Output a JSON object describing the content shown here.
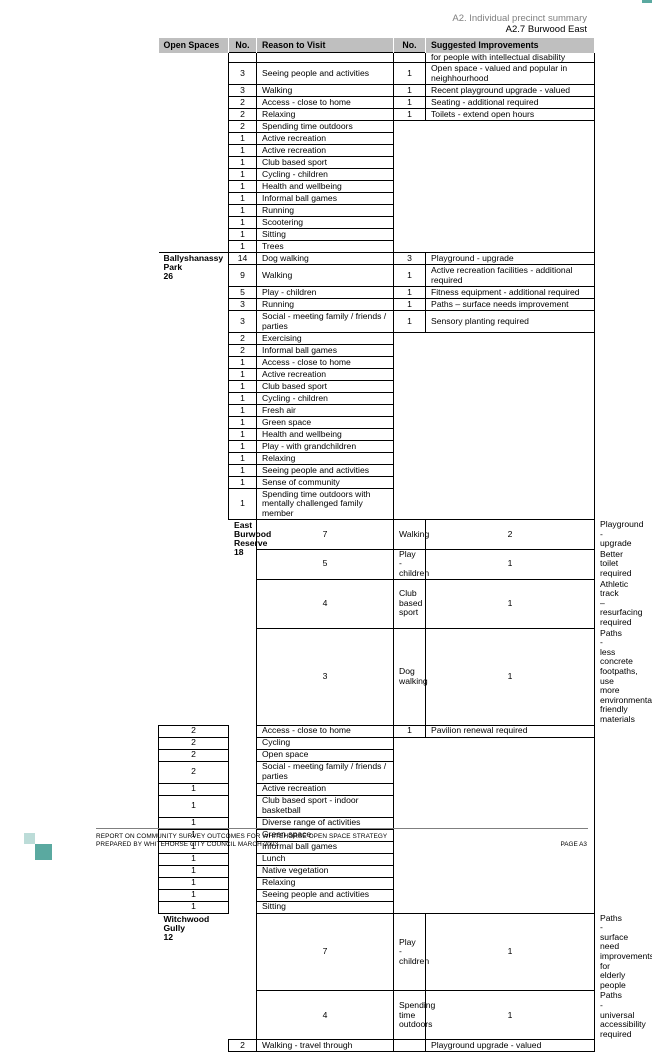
{
  "header": {
    "section": "A2. Individual precinct summary",
    "subsection": "A2.7 Burwood East"
  },
  "columns": [
    "Open Spaces",
    "No.",
    "Reason to Visit",
    "No.",
    "Suggested Improvements"
  ],
  "rows": [
    {
      "space": "",
      "n1": "",
      "reason": "",
      "n2": "",
      "improvement": "for people with intellectual disability",
      "sugg": "cont",
      "h": 10
    },
    {
      "space": "",
      "n1": "3",
      "reason": "Seeing people and activities",
      "n2": "1",
      "improvement": "Open space - valued and popular in neighhourhood",
      "sugg": "cell",
      "h": 22
    },
    {
      "space": "",
      "n1": "3",
      "reason": "Walking",
      "n2": "1",
      "improvement": "Recent playground upgrade - valued",
      "sugg": "cell",
      "h": 12
    },
    {
      "space": "",
      "n1": "2",
      "reason": "Access - close to home",
      "n2": "1",
      "improvement": "Seating - additional required",
      "sugg": "cell",
      "h": 12
    },
    {
      "space": "",
      "n1": "2",
      "reason": "Relaxing",
      "n2": "1",
      "improvement": "Toilets - extend open hours",
      "sugg": "cell",
      "h": 12
    },
    {
      "space": "",
      "n1": "2",
      "reason": "Spending time outdoors",
      "sugg": "blank",
      "h": 12
    },
    {
      "space": "",
      "n1": "1",
      "reason": "Active recreation",
      "sugg": "blank",
      "h": 12
    },
    {
      "space": "",
      "n1": "1",
      "reason": "Active recreation",
      "sugg": "blank",
      "h": 12
    },
    {
      "space": "",
      "n1": "1",
      "reason": "Club based sport",
      "sugg": "blank",
      "h": 12
    },
    {
      "space": "",
      "n1": "1",
      "reason": "Cycling - children",
      "sugg": "blank",
      "h": 12
    },
    {
      "space": "",
      "n1": "1",
      "reason": "Health and wellbeing",
      "sugg": "blank",
      "h": 12
    },
    {
      "space": "",
      "n1": "1",
      "reason": "Informal ball games",
      "sugg": "blank",
      "h": 12
    },
    {
      "space": "",
      "n1": "1",
      "reason": "Running",
      "sugg": "blank",
      "h": 12
    },
    {
      "space": "",
      "n1": "1",
      "reason": "Scootering",
      "sugg": "blank",
      "h": 12
    },
    {
      "space": "",
      "n1": "1",
      "reason": "Sitting",
      "sugg": "blank",
      "h": 12
    },
    {
      "space": "",
      "n1": "1",
      "reason": "Trees",
      "sugg": "bottom",
      "h": 12
    },
    {
      "space": "Ballyshanassy Park\n26",
      "spaceRows": 23,
      "n1": "14",
      "reason": "Dog walking",
      "n2": "3",
      "improvement": "Playground - upgrade",
      "sugg": "cell",
      "h": 12
    },
    {
      "n1": "9",
      "reason": "Walking",
      "n2": "1",
      "improvement": "Active recreation facilities - additional required",
      "sugg": "cell",
      "h": 22
    },
    {
      "n1": "5",
      "reason": "Play - children",
      "n2": "1",
      "improvement": "Fitness equipment - additional required",
      "sugg": "cell",
      "h": 12
    },
    {
      "n1": "3",
      "reason": "Running",
      "n2": "1",
      "improvement": "Paths – surface needs improvement",
      "sugg": "cell",
      "h": 12
    },
    {
      "n1": "3",
      "reason": "Social - meeting family / friends / parties",
      "n2": "1",
      "improvement": "Sensory planting required",
      "sugg": "cell",
      "h": 22
    },
    {
      "n1": "2",
      "reason": "Exercising",
      "sugg": "blank",
      "h": 12
    },
    {
      "n1": "2",
      "reason": "Informal ball games",
      "sugg": "blank",
      "h": 12
    },
    {
      "n1": "1",
      "reason": "Access - close to home",
      "sugg": "blank",
      "h": 12
    },
    {
      "n1": "1",
      "reason": "Active recreation",
      "sugg": "blank",
      "h": 12
    },
    {
      "n1": "1",
      "reason": "Club based sport",
      "sugg": "blank",
      "h": 12
    },
    {
      "n1": "1",
      "reason": "Cycling - children",
      "sugg": "blank",
      "h": 12
    },
    {
      "n1": "1",
      "reason": "Fresh air",
      "sugg": "blank",
      "h": 12
    },
    {
      "n1": "1",
      "reason": "Green space",
      "sugg": "blank",
      "h": 12
    },
    {
      "n1": "1",
      "reason": "Health and wellbeing",
      "sugg": "blank",
      "h": 12
    },
    {
      "n1": "1",
      "reason": "Play - with grandchildren",
      "sugg": "blank",
      "h": 12
    },
    {
      "n1": "1",
      "reason": "Relaxing",
      "sugg": "blank",
      "h": 12
    },
    {
      "n1": "1",
      "reason": "Seeing people and activities",
      "sugg": "blank",
      "h": 12
    },
    {
      "n1": "1",
      "reason": "Sense of community",
      "sugg": "blank",
      "h": 12
    },
    {
      "n1": "1",
      "reason": "Spending time outdoors with mentally challenged family member",
      "sugg": "bottom",
      "h": 31
    },
    {
      "space": "East Burwood Reserve\n18",
      "spaceRows": 20,
      "n1": "7",
      "reason": "Walking",
      "n2": "2",
      "improvement": "Playground - upgrade",
      "sugg": "cell",
      "h": 12
    },
    {
      "n1": "5",
      "reason": "Play - children",
      "n2": "1",
      "improvement": "Better toilet required",
      "sugg": "cell",
      "h": 12
    },
    {
      "n1": "4",
      "reason": "Club based sport",
      "n2": "1",
      "improvement": "Athletic track –resurfacing required",
      "sugg": "cell",
      "h": 12
    },
    {
      "n1": "3",
      "reason": "Dog walking",
      "n2": "1",
      "improvement": "Paths - less concrete footpaths, use more environmental friendly materials",
      "sugg": "cell",
      "h": 22
    },
    {
      "n1": "2",
      "reason": "Access - close to home",
      "n2": "1",
      "improvement": "Pavilion renewal required",
      "sugg": "cell",
      "h": 12
    },
    {
      "n1": "2",
      "reason": "Cycling",
      "sugg": "blank",
      "h": 12
    },
    {
      "n1": "2",
      "reason": "Open space",
      "sugg": "blank",
      "h": 12
    },
    {
      "n1": "2",
      "reason": "Social - meeting family / friends / parties",
      "sugg": "blank",
      "h": 22
    },
    {
      "n1": "1",
      "reason": "Active recreation",
      "sugg": "blank",
      "h": 12
    },
    {
      "n1": "1",
      "reason": "Club based sport - indoor basketball",
      "sugg": "blank",
      "h": 22
    },
    {
      "n1": "1",
      "reason": "Diverse range of activities",
      "sugg": "blank",
      "h": 12
    },
    {
      "n1": "1",
      "reason": "Green space",
      "sugg": "blank",
      "h": 12
    },
    {
      "n1": "1",
      "reason": "Informal ball games",
      "sugg": "blank",
      "h": 12
    },
    {
      "n1": "1",
      "reason": "Lunch",
      "sugg": "blank",
      "h": 12
    },
    {
      "n1": "1",
      "reason": "Native vegetation",
      "sugg": "blank",
      "h": 12
    },
    {
      "n1": "1",
      "reason": "Relaxing",
      "sugg": "blank",
      "h": 12
    },
    {
      "n1": "1",
      "reason": "Seeing people and activities",
      "sugg": "blank",
      "h": 12
    },
    {
      "n1": "1",
      "reason": "Sitting",
      "sugg": "bottom",
      "h": 12
    },
    {
      "space": "Witchwood Gully\n12",
      "spaceRows": 3,
      "n1": "7",
      "reason": "Play - children",
      "n2": "1",
      "improvement": "Paths - surface need improvements for elderly people",
      "sugg": "cell",
      "h": 22
    },
    {
      "n1": "4",
      "reason": "Spending time outdoors",
      "n2": "1",
      "improvement": "Paths - universal accessibility required",
      "sugg": "cell",
      "h": 12
    },
    {
      "n1": "2",
      "reason": "Walking - travel through",
      "n2": "",
      "improvement": "Playground upgrade - valued",
      "sugg": "cell",
      "h": 12
    }
  ],
  "footer": {
    "line1": "REPORT ON COMMUNITY SURVEY OUTCOMES FOR WHITEHORSE OPEN SPACE STRATEGY",
    "line2": "PREPARED BY WHITEHORSE CITY COUNCIL MARCH 2023",
    "page": "PAGE A3"
  },
  "colors": {
    "header_fill": "#bfbfbf",
    "accent": "#5aa9a0",
    "accent_light": "#bcdcd8"
  }
}
